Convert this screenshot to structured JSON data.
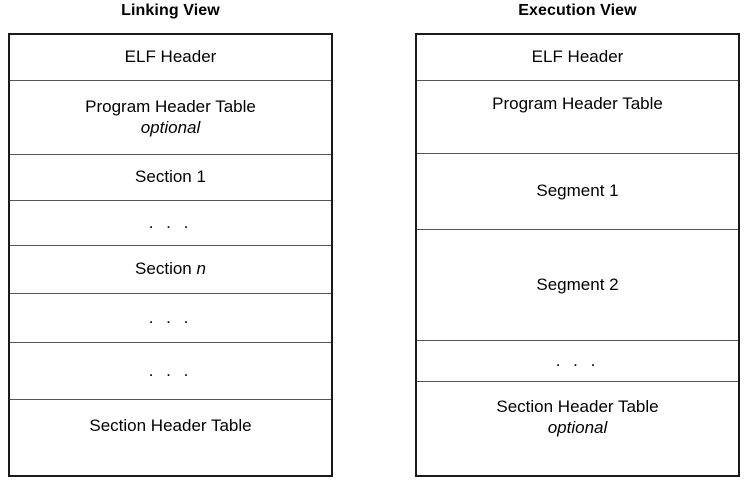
{
  "diagram": {
    "title_linking": "Linking View",
    "title_execution": "Execution View",
    "ellipsis": ". . .",
    "optional_note": "optional",
    "colors": {
      "background": "#ffffff",
      "outer_border": "#1a1a1a",
      "row_divider": "#555555",
      "text": "#000000"
    }
  },
  "linking_view": {
    "title": "Linking View",
    "rows": [
      {
        "label": "ELF Header",
        "sub": "",
        "kind": "text"
      },
      {
        "label": "Program Header Table",
        "sub": "optional",
        "kind": "text"
      },
      {
        "label": "Section 1",
        "sub": "",
        "kind": "text"
      },
      {
        "label": ". . .",
        "sub": "",
        "kind": "ellipsis"
      },
      {
        "label": "Section n",
        "sub": "",
        "kind": "text-italic-tail",
        "prefix": "Section ",
        "italic": "n"
      },
      {
        "label": ". . .",
        "sub": "",
        "kind": "ellipsis"
      },
      {
        "label": ". . .",
        "sub": "",
        "kind": "ellipsis"
      },
      {
        "label": "Section Header Table",
        "sub": "",
        "kind": "text"
      }
    ]
  },
  "execution_view": {
    "title": "Execution View",
    "rows": [
      {
        "label": "ELF Header",
        "sub": "",
        "kind": "text"
      },
      {
        "label": "Program Header Table",
        "sub": "",
        "kind": "text"
      },
      {
        "label": "Segment 1",
        "sub": "",
        "kind": "text"
      },
      {
        "label": "Segment 2",
        "sub": "",
        "kind": "text"
      },
      {
        "label": ". . .",
        "sub": "",
        "kind": "ellipsis"
      },
      {
        "label": "Section Header Table",
        "sub": "optional",
        "kind": "text"
      }
    ]
  }
}
